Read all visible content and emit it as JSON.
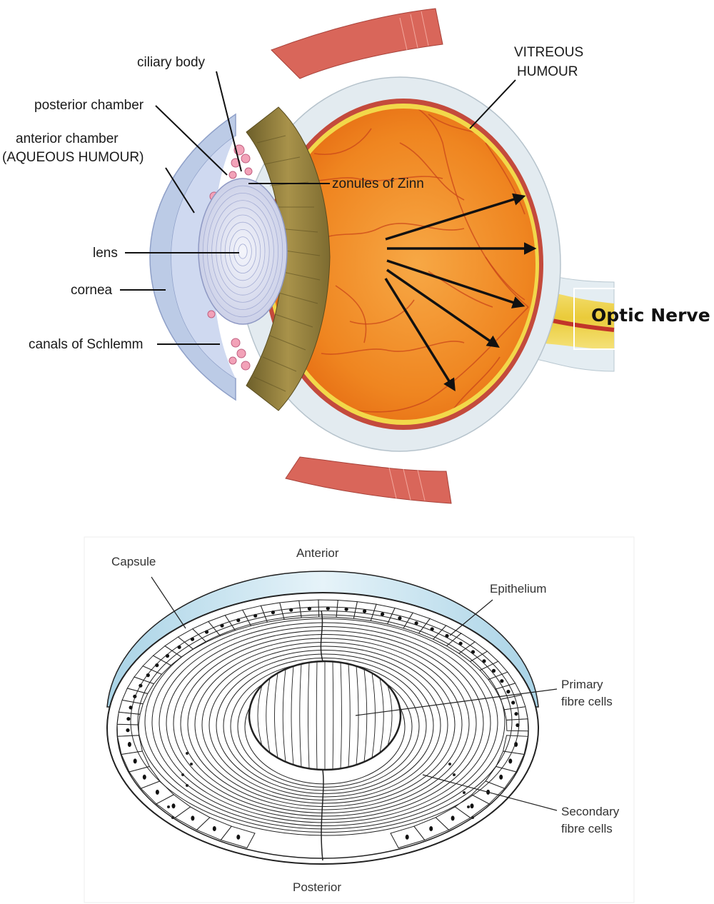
{
  "eye_diagram": {
    "labels": {
      "ciliary_body": "ciliary body",
      "posterior_chamber": "posterior chamber",
      "anterior_chamber_line1": "anterior chamber",
      "anterior_chamber_line2": "(AQUEOUS HUMOUR)",
      "lens": "lens",
      "cornea": "cornea",
      "canals_of_schlemm": "canals of Schlemm",
      "zonules_of_zinn": "zonules of Zinn",
      "vitreous_line1": "VITREOUS",
      "vitreous_line2": "HUMOUR",
      "optic_nerve": "Optic Nerve"
    },
    "colors": {
      "vitreous": "#f08a1e",
      "retina": "#f2d84a",
      "sclera": "#dfe8ee",
      "cornea": "#c9d3ef",
      "ciliary": "#8a7a3a",
      "muscle": "#d9665a"
    }
  },
  "lens_diagram": {
    "labels": {
      "anterior": "Anterior",
      "posterior": "Posterior",
      "capsule": "Capsule",
      "epithelium": "Epithelium",
      "primary_line1": "Primary",
      "primary_line2": "fibre cells",
      "secondary_line1": "Secondary",
      "secondary_line2": "fibre cells"
    },
    "colors": {
      "capsule": "#bfe0ee",
      "outline": "#222222"
    }
  }
}
